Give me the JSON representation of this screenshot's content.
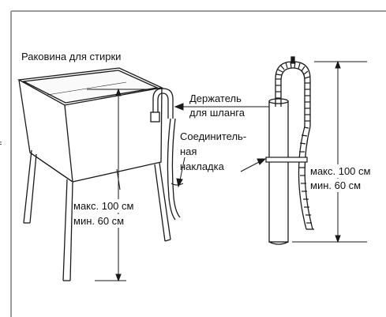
{
  "labels": {
    "sink": "Раковина для стирки",
    "holder_line1": "Держатель",
    "holder_line2": "для шланга",
    "connector_line1": "Соединитель-",
    "connector_line2": "ная",
    "connector_line3": "накладка",
    "left_max": "макс. 100 см",
    "left_min": "мин. 60 см",
    "right_max": "макс. 100 см",
    "right_min": "мин. 60 см",
    "margin_mark": "II"
  },
  "colors": {
    "line": "#1a1a1a",
    "frame": "#9a9a9a",
    "text": "#111111"
  }
}
